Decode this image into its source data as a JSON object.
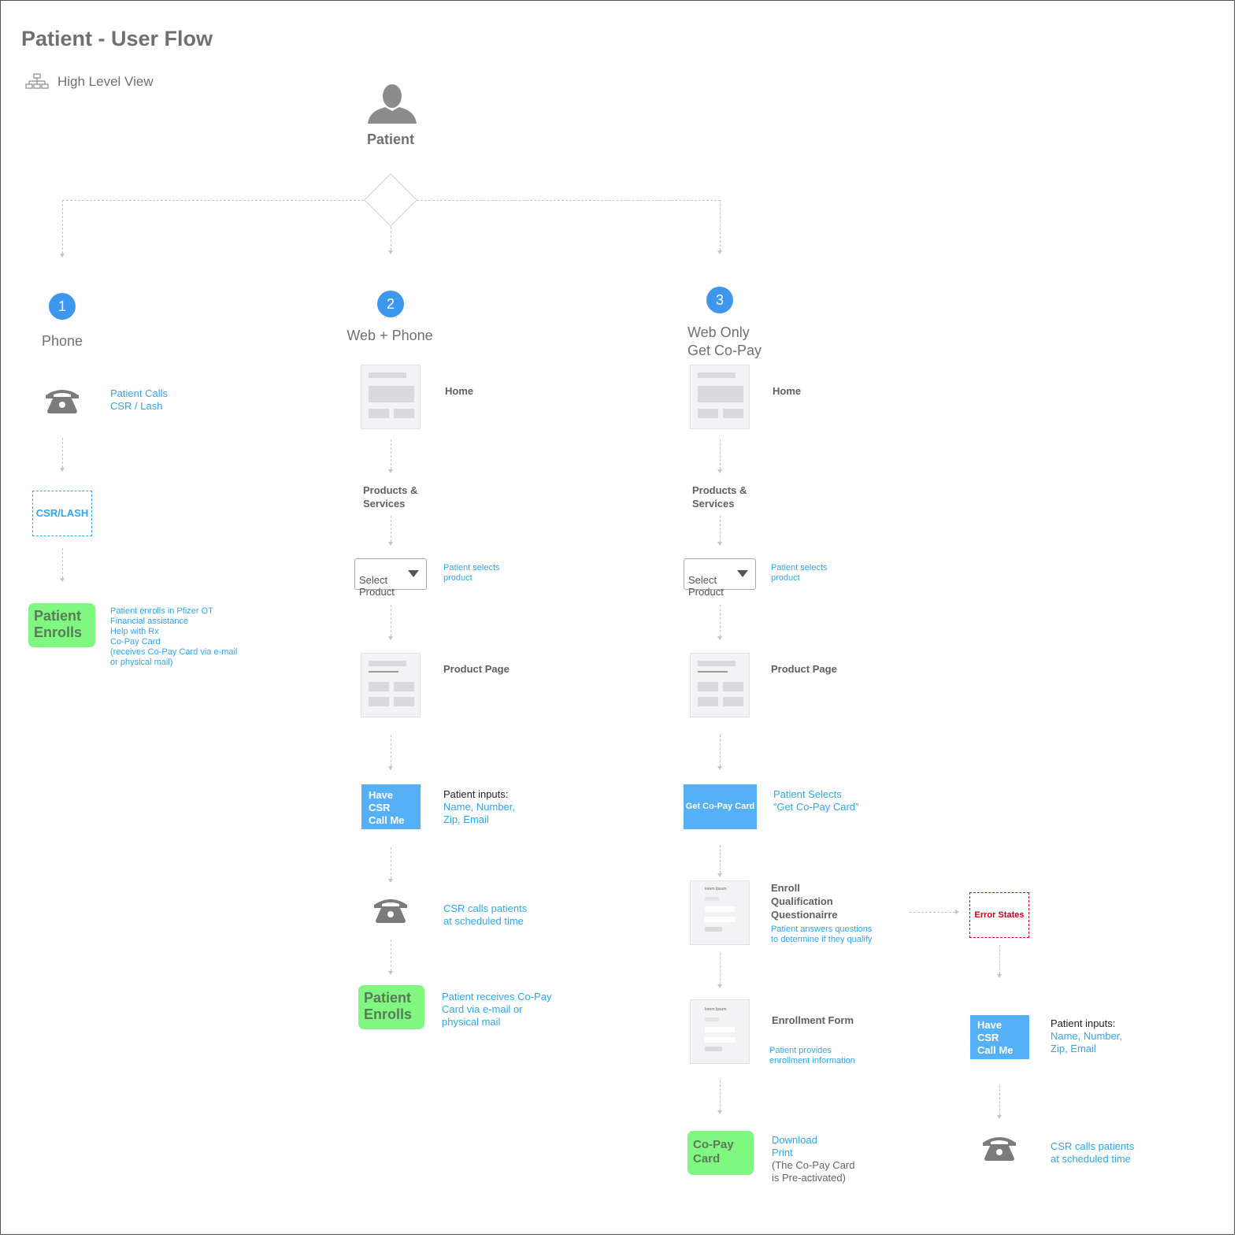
{
  "header": {
    "title": "Patient - User Flow",
    "view_label": "High Level View",
    "view_icon": "sitemap-icon"
  },
  "root": {
    "label": "Patient",
    "icon": "user-avatar-icon"
  },
  "colors": {
    "accent_blue": "#3d97ec",
    "note_blue": "#2ea7ee",
    "enroll_green": "#80f780",
    "action_blue": "#55b0f5",
    "error_red": "#d0021b"
  },
  "columns": [
    {
      "number": "1",
      "title": "Phone",
      "phone_note": "Patient Calls\nCSR / Lash",
      "csr_box": "CSR/LASH",
      "enroll_box": "Patient\nEnrolls",
      "enroll_note": "Patient enrolls in Pfizer OT\nFinancial assistance\nHelp with Rx\nCo-Pay Card\n(receives Co-Pay Card via e-mail\nor physical mail)"
    },
    {
      "number": "2",
      "title": "Web + Phone",
      "home_label": "Home",
      "products_label": "Products &\nServices",
      "select_label": "Select\nProduct",
      "select_note": "Patient selects\nproduct",
      "product_page_label": "Product Page",
      "action_box": "Have\nCSR\nCall Me",
      "inputs_title": "Patient inputs:",
      "inputs_note": "Name, Number,\nZip, Email",
      "call_note": "CSR calls patients\nat scheduled time",
      "enroll_box": "Patient\nEnrolls",
      "enroll_note": "Patient receives Co-Pay\nCard via e-mail or\nphysical mail"
    },
    {
      "number": "3",
      "title": "Web Only\nGet Co-Pay",
      "home_label": "Home",
      "products_label": "Products &\nServices",
      "select_label": "Select\nProduct",
      "select_note": "Patient selects\nproduct",
      "product_page_label": "Product Page",
      "action_box": "Get Co-Pay Card",
      "action_note": "Patient Selects\n“Get Co-Pay Card”",
      "form_thumb_text": "lorem Ipsum",
      "questionnaire_label": "Enroll\nQualification\nQuestionairre",
      "questionnaire_note": "Patient answers questions\nto determine if they qualify",
      "enrollment_form_label": "Enrollment Form",
      "enrollment_form_note": "Patient provides\nenrollment information",
      "copay_box": "Co-Pay\nCard",
      "download_note": "Download\nPrint",
      "preactivated_note": "(The Co-Pay Card\n is Pre-activated)"
    }
  ],
  "error_branch": {
    "error_box": "Error States",
    "action_box": "Have\nCSR\nCall Me",
    "inputs_title": "Patient inputs:",
    "inputs_note": "Name, Number,\nZip, Email",
    "call_note": "CSR calls patients\nat scheduled time"
  }
}
